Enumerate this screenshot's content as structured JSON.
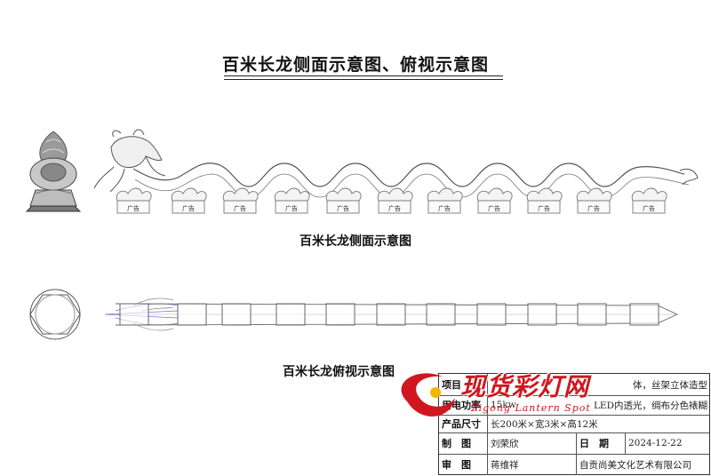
{
  "main_title": "百米长龙侧面示意图、俯视示意图",
  "side_view_caption": "百米长龙侧面示意图",
  "top_view_caption": "百米长龙俯视示意图",
  "base_label": "广告",
  "watermark": {
    "brand": "现货彩灯网",
    "subtitle": "Zigong Lantern Spot"
  },
  "title_block": {
    "rows": [
      {
        "label": "项目",
        "value": "",
        "value2": "体，丝架立体造型"
      },
      {
        "label": "用电功率",
        "value": "15kw",
        "value2": "LED内透光，绸布分色裱糊"
      },
      {
        "label": "产品尺寸",
        "value": "长200米×宽3米×高12米"
      },
      {
        "label": "制　图",
        "value": "刘荣欣",
        "label2": "日　期",
        "value2": "2024-12-22"
      },
      {
        "label": "审　图",
        "value": "蒋维祥",
        "value2": "自贡尚美文化艺术有限公司"
      }
    ]
  },
  "colors": {
    "line": "#444444",
    "accent": "#d0161e",
    "guide": "#6f6fd8"
  }
}
